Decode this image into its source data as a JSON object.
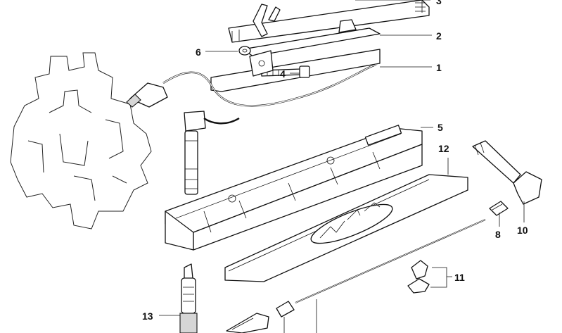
{
  "callouts": [
    {
      "id": "c1",
      "text": "1"
    },
    {
      "id": "c2",
      "text": "2"
    },
    {
      "id": "c3",
      "text": "3"
    },
    {
      "id": "c4",
      "text": "4"
    },
    {
      "id": "c5",
      "text": "5"
    },
    {
      "id": "c6",
      "text": "6"
    },
    {
      "id": "c8",
      "text": "8"
    },
    {
      "id": "c10",
      "text": "10"
    },
    {
      "id": "c11",
      "text": "11"
    },
    {
      "id": "c12",
      "text": "12"
    },
    {
      "id": "c13",
      "text": "13"
    }
  ]
}
